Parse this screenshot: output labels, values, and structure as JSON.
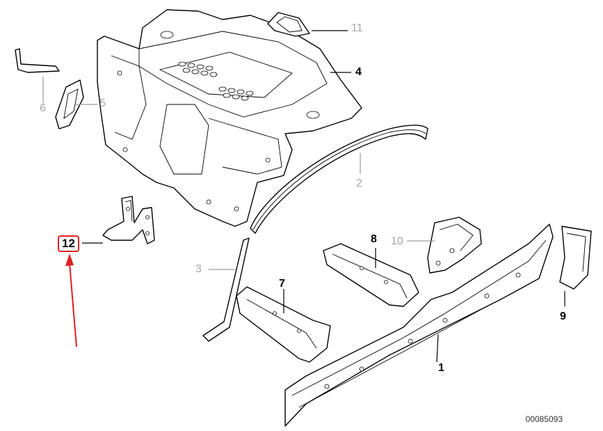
{
  "diagram": {
    "callouts": [
      {
        "id": "c1",
        "label": "1",
        "style": "dark"
      },
      {
        "id": "c2",
        "label": "2",
        "style": "grey"
      },
      {
        "id": "c3",
        "label": "3",
        "style": "grey"
      },
      {
        "id": "c4",
        "label": "4",
        "style": "dark"
      },
      {
        "id": "c5",
        "label": "5",
        "style": "grey"
      },
      {
        "id": "c6",
        "label": "6",
        "style": "grey"
      },
      {
        "id": "c7",
        "label": "7",
        "style": "dark"
      },
      {
        "id": "c8",
        "label": "8",
        "style": "dark"
      },
      {
        "id": "c9",
        "label": "9",
        "style": "dark"
      },
      {
        "id": "c10",
        "label": "10",
        "style": "grey"
      },
      {
        "id": "c11",
        "label": "11",
        "style": "grey"
      },
      {
        "id": "c12",
        "label": "12",
        "style": "highlighted"
      }
    ],
    "reference_number": "00085093",
    "highlight_color": "#e02020"
  }
}
